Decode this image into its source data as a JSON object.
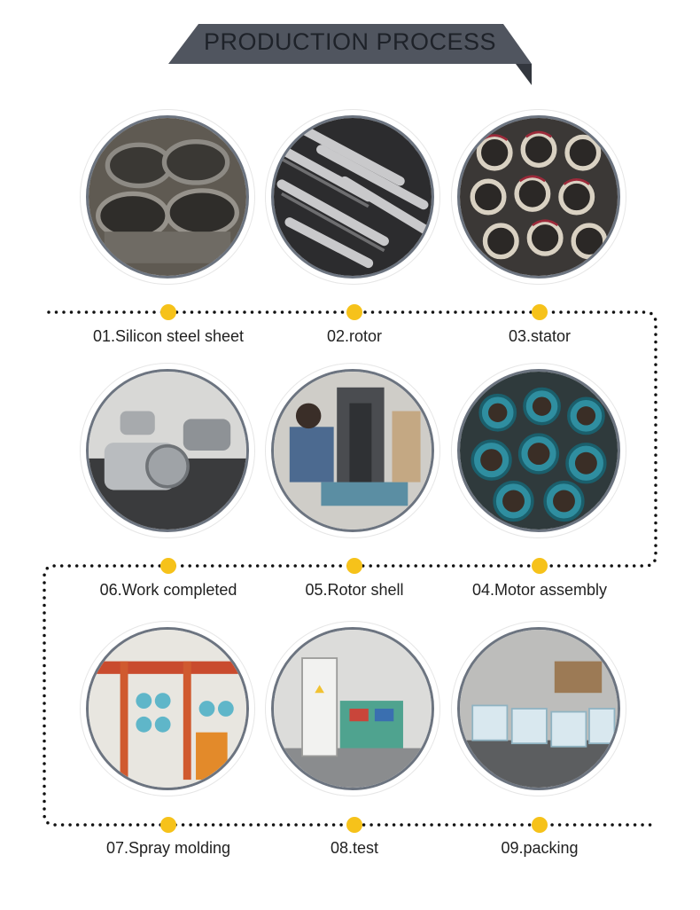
{
  "header": {
    "title": "PRODUCTION PROCESS"
  },
  "steps": [
    {
      "label": "01.Silicon steel sheet",
      "scene": "steel-sheet-icon"
    },
    {
      "label": "02.rotor",
      "scene": "rotor-icon"
    },
    {
      "label": "03.stator",
      "scene": "stator-icon"
    },
    {
      "label": "04.Motor assembly",
      "scene": "motor-assembly-icon"
    },
    {
      "label": "05.Rotor shell",
      "scene": "rotor-shell-icon"
    },
    {
      "label": "06.Work completed",
      "scene": "work-completed-icon"
    },
    {
      "label": "07.Spray molding",
      "scene": "spray-molding-icon"
    },
    {
      "label": "08.test",
      "scene": "test-icon"
    },
    {
      "label": "09.packing",
      "scene": "packing-icon"
    }
  ],
  "colors": {
    "banner": "#50555f",
    "banner_shadow": "#33373e",
    "dot_accent": "#f6c21a",
    "dotted_line": "#111111",
    "photo_border": "#6c7480"
  }
}
